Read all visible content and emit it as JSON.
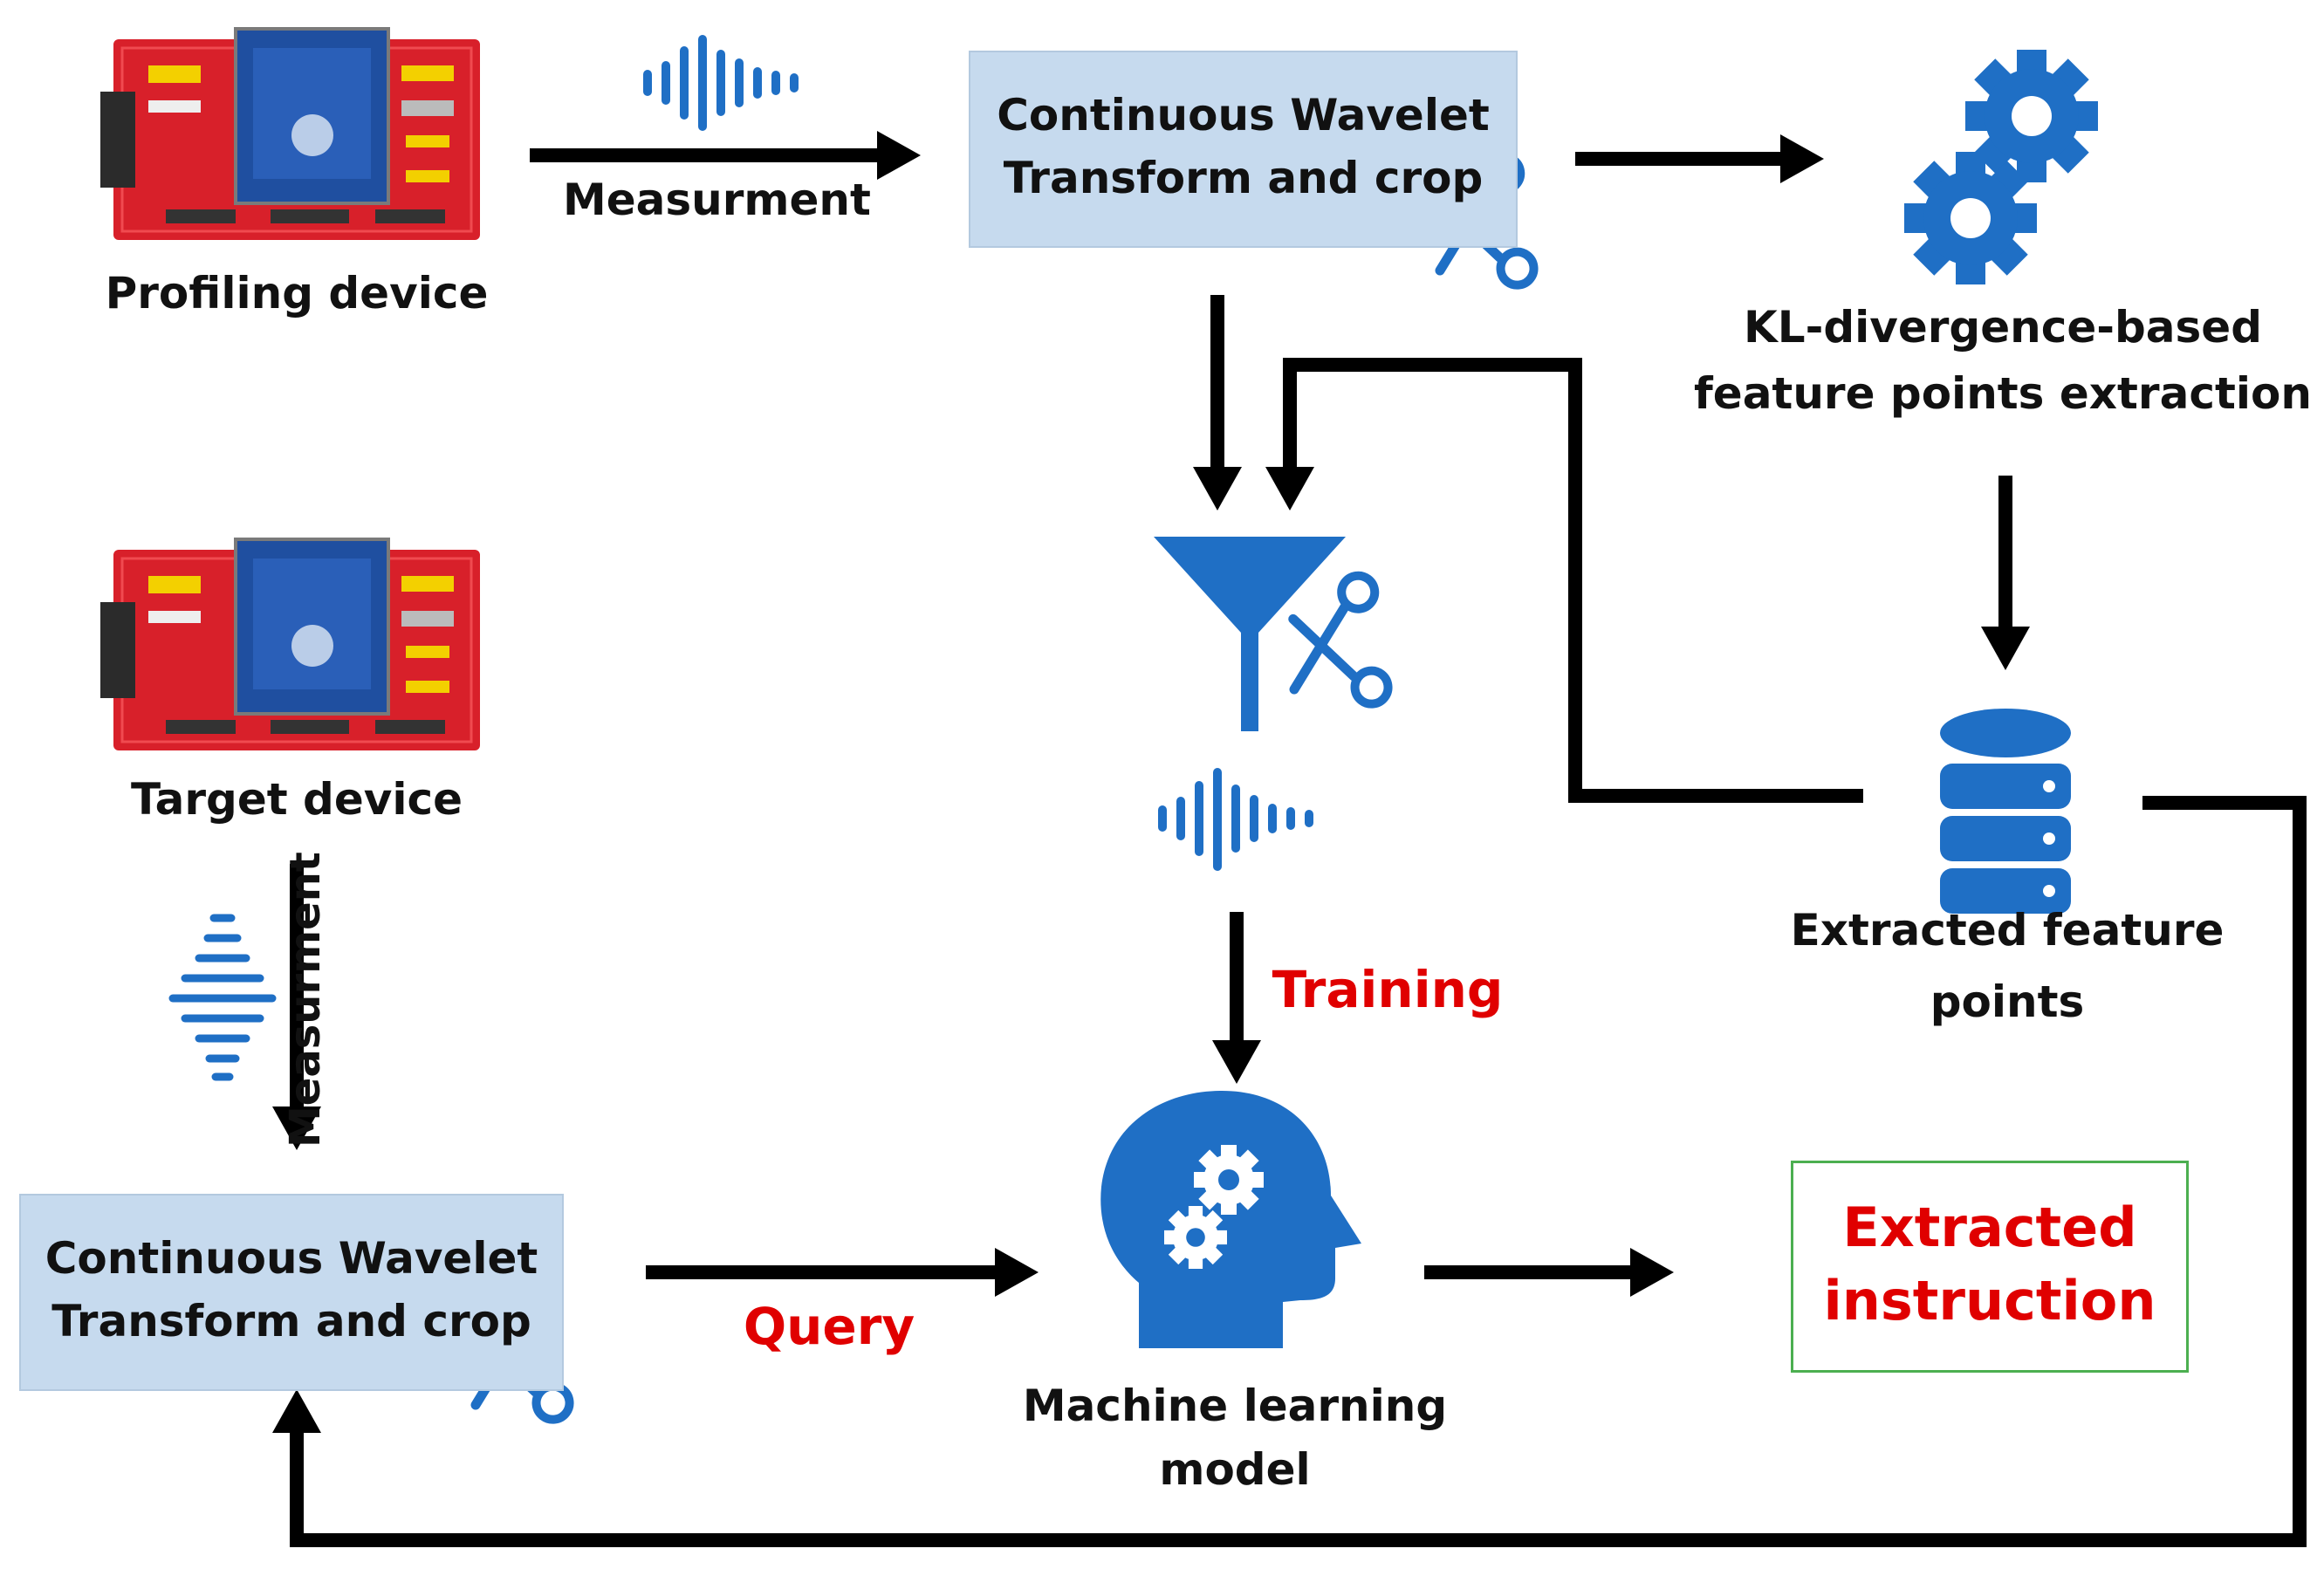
{
  "nodes": {
    "profiling_device": {
      "label": "Profiling device"
    },
    "target_device": {
      "label": "Target device"
    },
    "cwt_top": {
      "line1": "Continuous Wavelet",
      "line2": "Transform and crop"
    },
    "cwt_bottom": {
      "line1": "Continuous Wavelet",
      "line2": "Transform and crop"
    },
    "kl": {
      "line1": "KL-divergence-based",
      "line2": "feature points extraction"
    },
    "features": {
      "line1": "Extracted feature",
      "line2": "points"
    },
    "ml_model": {
      "line1": "Machine learning",
      "line2": "model"
    },
    "output": {
      "line1": "Extracted",
      "line2": "instruction"
    }
  },
  "edges": {
    "measurement_top": "Measurment",
    "measurement_left": "Measurment",
    "training": "Training",
    "query": "Query"
  },
  "colors": {
    "icon_blue": "#1f6fc5",
    "box_fill": "#c6daee",
    "accent_red": "#e00000",
    "output_border": "#4caf50",
    "board_red": "#d8202a"
  },
  "icons": [
    "circuit-board-icon",
    "waveform-icon",
    "scissors-icon",
    "gears-icon",
    "database-icon",
    "funnel-icon",
    "head-gears-icon"
  ]
}
